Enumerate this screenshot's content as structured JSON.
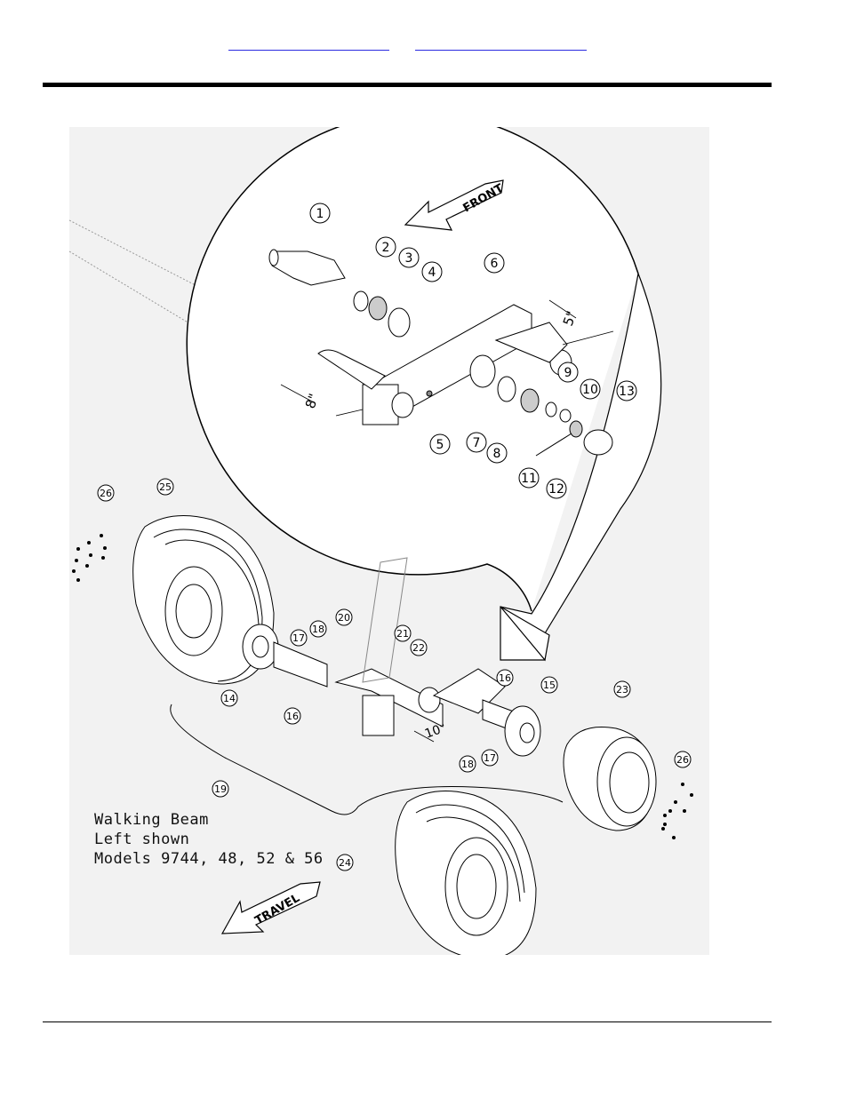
{
  "header": {
    "links": [
      "",
      ""
    ]
  },
  "figure": {
    "direction_labels": {
      "front": "FRONT",
      "travel": "TRAVEL"
    },
    "dimensions": {
      "five": "5\"",
      "eight": "8\"",
      "ten": "10\""
    },
    "caption_lines": [
      "Walking Beam",
      "Left shown",
      "Models 9744, 48, 52 & 56"
    ],
    "callouts": [
      "1",
      "2",
      "3",
      "4",
      "5",
      "6",
      "7",
      "8",
      "9",
      "10",
      "11",
      "12",
      "13",
      "14",
      "15",
      "16",
      "16",
      "17",
      "17",
      "18",
      "18",
      "19",
      "20",
      "21",
      "22",
      "23",
      "24",
      "25",
      "26",
      "26"
    ]
  }
}
